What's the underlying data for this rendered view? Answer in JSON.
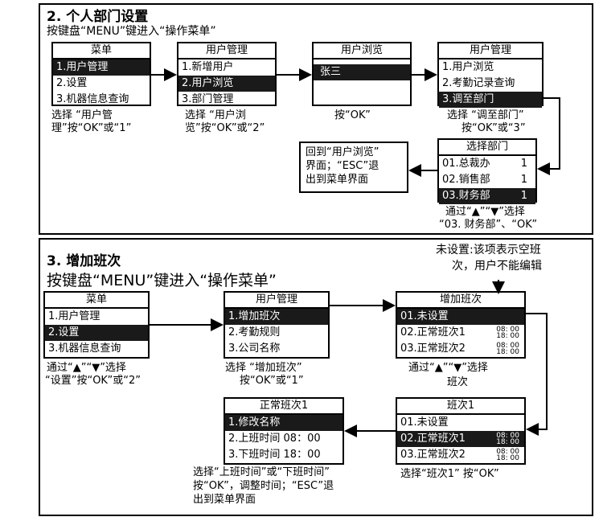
{
  "section2": {
    "title": "2. 个人部门设置",
    "subtitle": "按键盘“MENU”键进入“操作菜单”",
    "menu1": {
      "header": "菜单",
      "items": [
        "1.用户管理",
        "2.设置",
        "3.机器信息查询"
      ]
    },
    "menu2": {
      "header": "用户管理",
      "items": [
        "1.新增用户",
        "2.用户浏览",
        "3.部门管理"
      ]
    },
    "menu3": {
      "header": "用户浏览",
      "items": [
        "张三"
      ]
    },
    "menu4": {
      "header": "用户管理",
      "items": [
        "1.用户浏览",
        "2.考勤记录查询",
        "3.调至部门"
      ]
    },
    "menu5": {
      "header": "选择部门",
      "items": [
        {
          "label": "01.总裁办",
          "value": "1"
        },
        {
          "label": "02.销售部",
          "value": "1"
        },
        {
          "label": "03.财务部",
          "value": "1"
        }
      ]
    },
    "captions": {
      "c1a": "选择 “用户管",
      "c1b": "理”按“OK”或“1”",
      "c2a": "选择 “用户浏",
      "c2b": "览”按“OK”或“2”",
      "c3": "按“OK”",
      "c4a": "选择 “调至部门”",
      "c4b": "按“OK”或“3”",
      "c5a": "通过“▲”“▼”选择",
      "c5b": "“03. 财务部”、“OK”"
    },
    "note": {
      "line1": "回到“用户浏览”",
      "line2": "界面；“ESC”退",
      "line3": "出到菜单界面"
    }
  },
  "section3": {
    "title": "3. 增加班次",
    "subtitle": "按键盘“MENU”键进入“操作菜单”",
    "annotation": {
      "line1": "未设置:该项表示空班",
      "line2": "次，用户不能编辑"
    },
    "menu1": {
      "header": "菜单",
      "items": [
        "1.用户管理",
        "2.设置",
        "3.机器信息查询"
      ]
    },
    "menu2": {
      "header": "用户管理",
      "items": [
        "1.增加班次",
        "2.考勤规则",
        "3.公司名称"
      ]
    },
    "menu3": {
      "header": "增加班次",
      "items": [
        {
          "label": "01.未设置",
          "t1": "",
          "t2": ""
        },
        {
          "label": "02.正常班次1",
          "t1": "08: 00",
          "t2": "18: 00"
        },
        {
          "label": "03.正常班次2",
          "t1": "08: 00",
          "t2": "18: 00"
        }
      ]
    },
    "menu4": {
      "header": "班次1",
      "items": [
        {
          "label": "01.未设置",
          "t1": "",
          "t2": ""
        },
        {
          "label": "02.正常班次1",
          "t1": "08: 00",
          "t2": "18: 00"
        },
        {
          "label": "03.正常班次2",
          "t1": "08: 00",
          "t2": "18: 00"
        }
      ]
    },
    "menu5": {
      "header": "正常班次1",
      "items": [
        "1.修改名称",
        "2.上班时间 08：00",
        "3.下班时间 18：00"
      ]
    },
    "captions": {
      "c1a": "通过“▲”“▼”选择",
      "c1b": "“设置”按“OK”或“2”",
      "c2a": "选择 “增加班次”",
      "c2b": "按“OK”或“1”",
      "c3a": "通过“▲”“▼”选择",
      "c3b": "班次",
      "c4": "选择“班次1” 按“OK”",
      "c5a": "选择“上班时间”或“下班时间”",
      "c5b": "按“OK”，调整时间；“ESC”退",
      "c5c": "出到菜单界面"
    }
  }
}
